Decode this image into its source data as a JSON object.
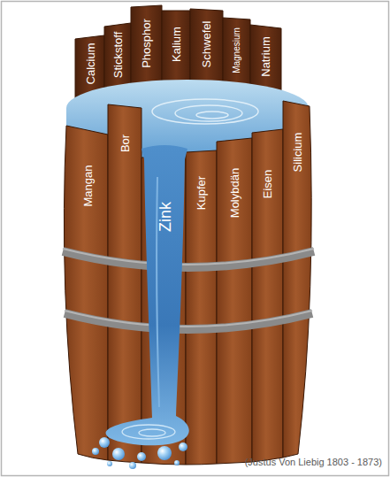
{
  "diagram": {
    "caption": "(Justus Von Liebig 1803 - 1873)",
    "labels": [
      "Calcium",
      "Stickstoff",
      "Phosphor",
      "Kalium",
      "Schwefel",
      "Magnesium",
      "Natrium",
      "Mangan",
      "Bor",
      "Kupfer",
      "Molybdän",
      "Eisen",
      "Silicium",
      "Zink"
    ]
  }
}
